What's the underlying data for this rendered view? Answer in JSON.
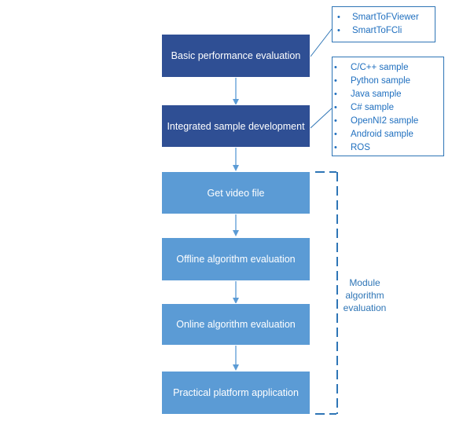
{
  "flow_steps": [
    "Basic performance evaluation",
    "Integrated sample development",
    "Get video file",
    "Offline algorithm evaluation",
    "Online algorithm evaluation",
    "Practical platform application"
  ],
  "callouts": {
    "tools": [
      "SmartToFViewer",
      "SmartToFCli"
    ],
    "samples": [
      "C/C++ sample",
      "Python sample",
      "Java sample",
      "C# sample",
      "OpenNI2 sample",
      "Android sample",
      "ROS"
    ]
  },
  "bullet_glyph": "•",
  "module_group": {
    "label_lines": [
      "Module",
      "algorithm",
      "evaluation"
    ]
  },
  "colors": {
    "dark_box": "#2f4f94",
    "light_box": "#5b9bd5",
    "callout_border": "#2e75b6",
    "callout_text": "#1f6fbf",
    "arrow": "#5b9bd5"
  }
}
